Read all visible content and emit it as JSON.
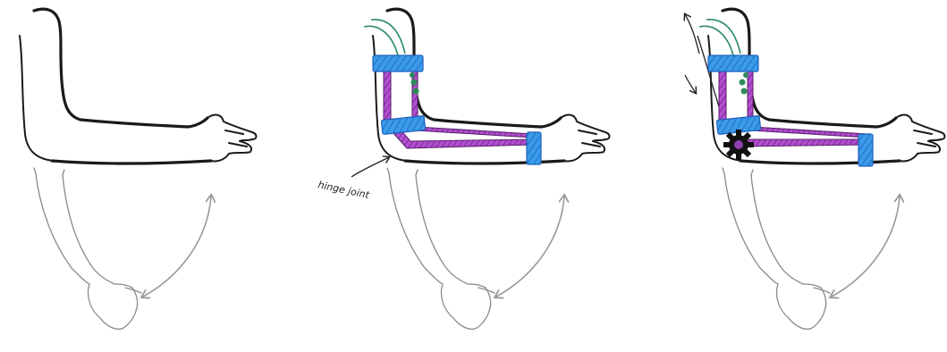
{
  "panels": [
    {
      "id": "bare-arm"
    },
    {
      "id": "braced-arm",
      "annotation": "hinge joint"
    },
    {
      "id": "motorized-arm"
    }
  ],
  "colors": {
    "strap": "#2f8fe0",
    "strap_dark": "#1f5fbf",
    "brace": "#9b3fb5",
    "wire": "#2a8a6a",
    "sensor": "#2e8b57",
    "motor": "#111111"
  }
}
